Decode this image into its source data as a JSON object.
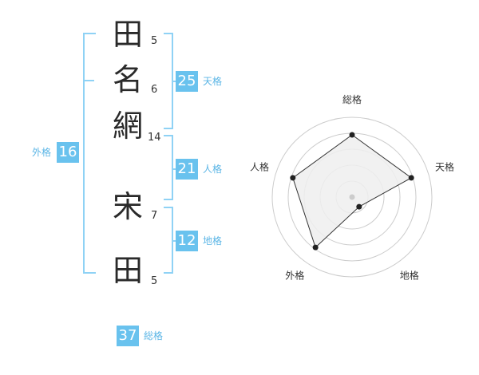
{
  "name": {
    "surname": [
      {
        "char": "田",
        "strokes": "5"
      },
      {
        "char": "名",
        "strokes": "6"
      },
      {
        "char": "網",
        "strokes": "14"
      }
    ],
    "given": [
      {
        "char": "宋",
        "strokes": "7"
      },
      {
        "char": "田",
        "strokes": "5"
      }
    ]
  },
  "scores": {
    "tenkaku": {
      "value": "25",
      "label": "天格"
    },
    "jinkaku": {
      "value": "21",
      "label": "人格"
    },
    "chikaku": {
      "value": "12",
      "label": "地格"
    },
    "gaikaku": {
      "value": "16",
      "label": "外格"
    },
    "soukaku": {
      "value": "37",
      "label": "総格"
    }
  },
  "chart_data": {
    "type": "radar",
    "axes": [
      "総格",
      "天格",
      "地格",
      "外格",
      "人格"
    ],
    "values": [
      0.78,
      0.78,
      0.15,
      0.78,
      0.78
    ],
    "rings": 5,
    "colors": {
      "fill": "#eeeeee",
      "line": "#333333",
      "ring": "#cccccc",
      "point": "#222222",
      "center": "#cccccc"
    }
  },
  "colors": {
    "accent": "#69c2ee",
    "bracket": "#8fd2f5",
    "label": "#5cb6e6"
  }
}
